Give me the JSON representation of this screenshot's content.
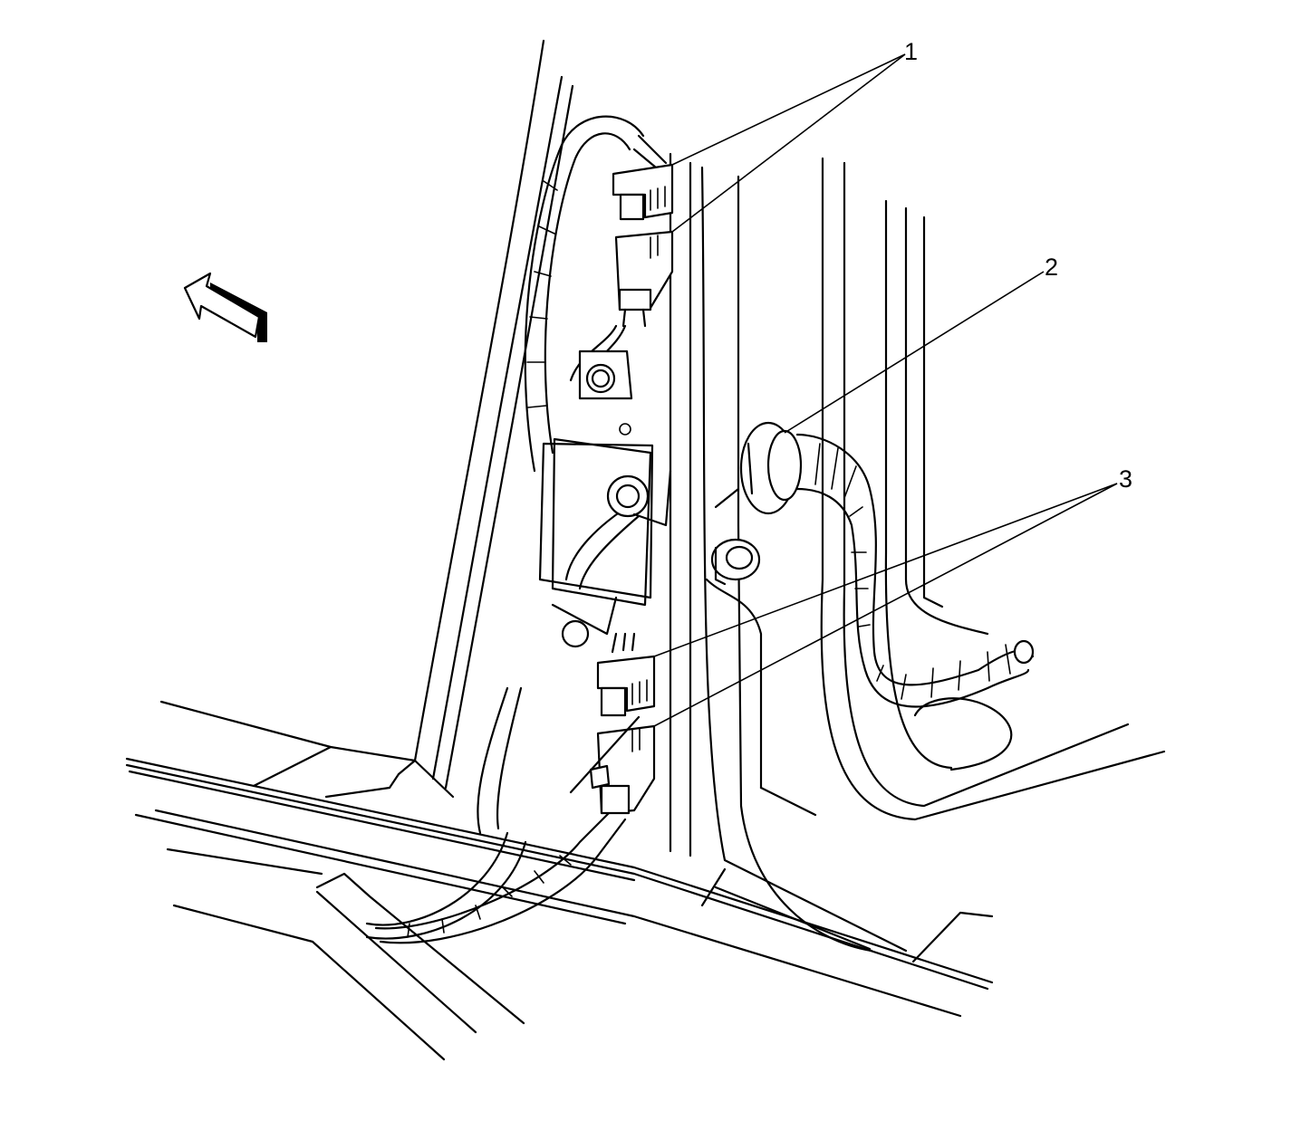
{
  "diagram": {
    "colors": {
      "line": "#000000",
      "background": "#ffffff"
    },
    "callouts": [
      {
        "id": "1",
        "label": "1",
        "refers_to": "upper-harness-connectors"
      },
      {
        "id": "2",
        "label": "2",
        "refers_to": "harness-grommet"
      },
      {
        "id": "3",
        "label": "3",
        "refers_to": "lower-harness-connectors"
      }
    ],
    "icons": [
      "direction-arrow-icon"
    ]
  }
}
